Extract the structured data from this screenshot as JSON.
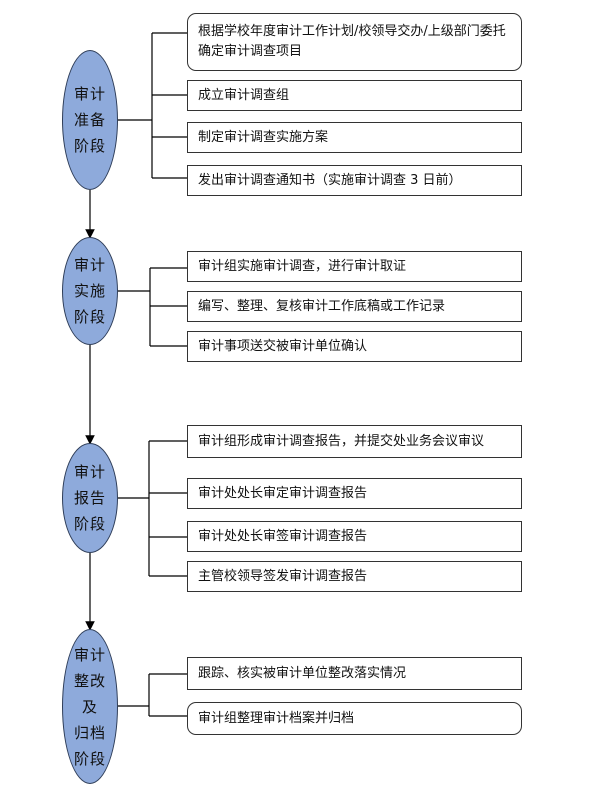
{
  "stages": [
    {
      "label": "审计\n准备\n阶段",
      "steps": [
        "根据学校年度审计工作计划/校领导交办/上级部门委托确定审计调查项目",
        "成立审计调查组",
        "制定审计调查实施方案",
        "发出审计调查通知书（实施审计调查 3 日前）"
      ]
    },
    {
      "label": "审计\n实施\n阶段",
      "steps": [
        "审计组实施审计调查，进行审计取证",
        "编写、整理、复核审计工作底稿或工作记录",
        "审计事项送交被审计单位确认"
      ]
    },
    {
      "label": "审计\n报告\n阶段",
      "steps": [
        "审计组形成审计调查报告，并提交处业务会议审议",
        "审计处处长审定审计调查报告",
        "审计处处长审签审计调查报告",
        "主管校领导签发审计调查报告"
      ]
    },
    {
      "label": "审计\n整改\n及\n归档\n阶段",
      "steps": [
        "跟踪、核实被审计单位整改落实情况",
        "审计组整理审计档案并归档"
      ]
    }
  ],
  "colors": {
    "stage_fill": "#8eaadb",
    "stage_border": "#2f3e59",
    "line": "#000000"
  }
}
